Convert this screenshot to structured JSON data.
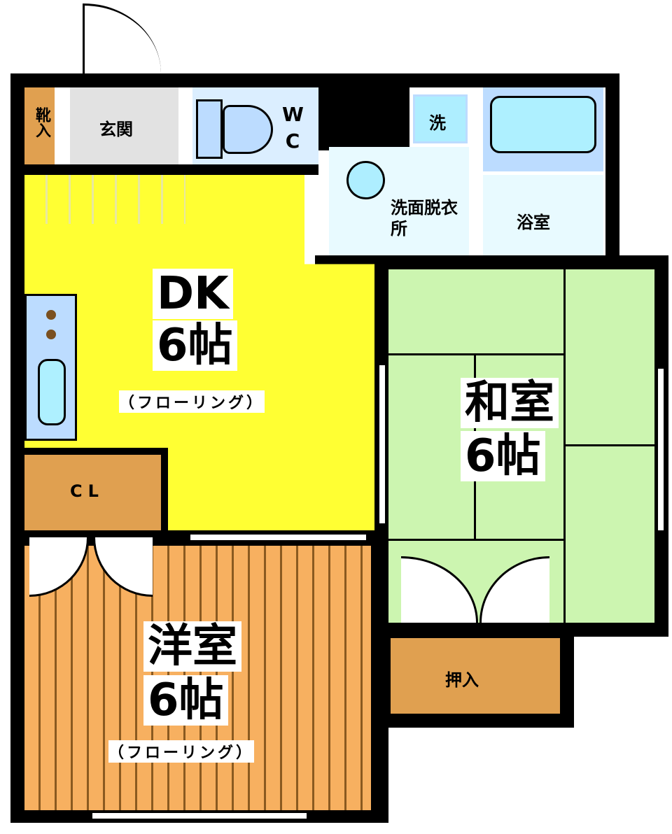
{
  "rooms": {
    "shoe_closet": {
      "label": "靴入"
    },
    "entrance": {
      "label": "玄関"
    },
    "toilet": {
      "label": "WC"
    },
    "washer": {
      "label": "洗"
    },
    "washroom": {
      "label": "洗面脱衣所"
    },
    "bathroom": {
      "label": "浴室"
    },
    "dk": {
      "label": "DK",
      "size": "6帖",
      "floor": "（フローリング）"
    },
    "washitsu": {
      "label": "和室",
      "size": "6帖"
    },
    "closet": {
      "label": "CL"
    },
    "youshitsu": {
      "label": "洋室",
      "size": "6帖",
      "floor": "（フローリング）"
    },
    "oshiire": {
      "label": "押入"
    }
  },
  "colors": {
    "dk": "#ffff33",
    "washitsu": "#ccf5b0",
    "youshitsu": "#f7b060",
    "storage": "#e0a050",
    "water": "#cce6ff",
    "entrance": "#e2e2e2",
    "wall": "#000000"
  }
}
